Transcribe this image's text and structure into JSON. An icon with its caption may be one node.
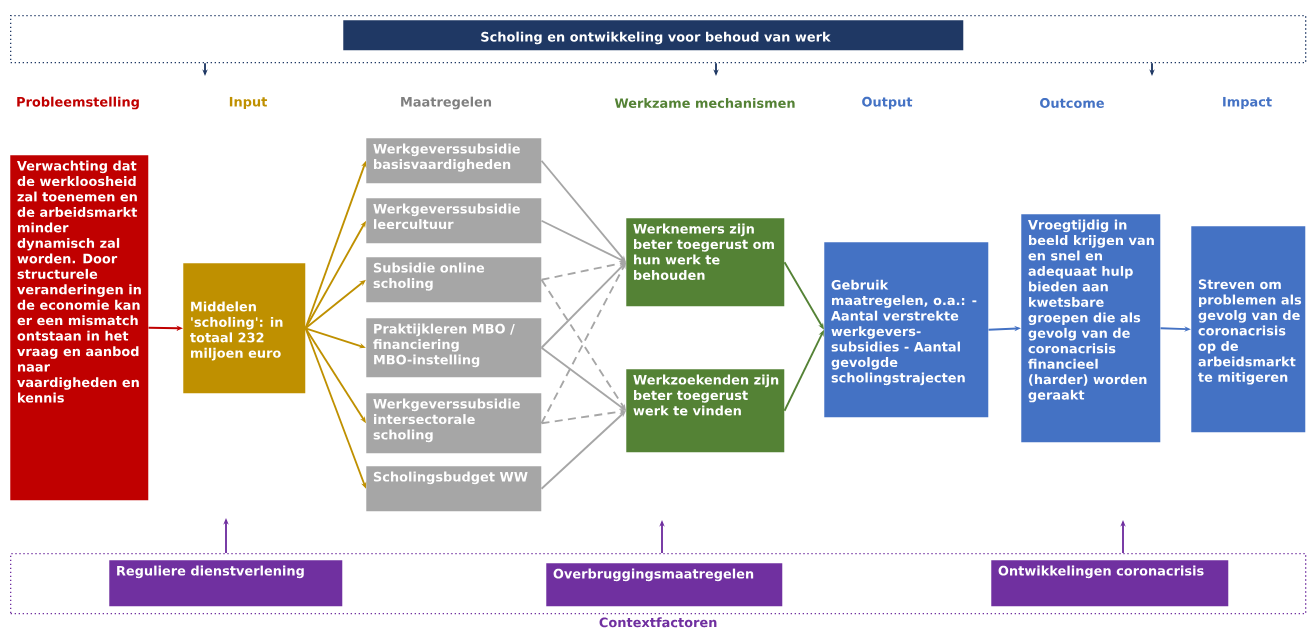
{
  "diagram": {
    "nodes": [
      {
        "text": [],
        "shape": "box"
      },
      {
        "text": [
          "Scholing en ontwikkeling voor behoud van werk"
        ],
        "in": 0
      },
      {
        "text": [
          "Verwachting dat de werkloosheid zal toenemen en de arbeidsmarkt minder dynamisch zal worden. Door structurele veranderingen in de economie kan er een mismatch ontstaan in het vraag en aanbod naar vaardigheden en kennis"
        ]
      },
      {
        "text": [
          "Middelen 'scholing': in totaal 232 miljoen euro"
        ]
      },
      {
        "text": [
          "Werkgeverssubsidie basisvaardigheden"
        ]
      },
      {
        "text": [
          "Werkgeverssubsidie leercultuur"
        ]
      },
      {
        "text": [
          "Subsidie online scholing"
        ]
      },
      {
        "text": [
          "Praktijkleren MBO / financiering MBO-instelling"
        ]
      },
      {
        "text": [
          "Werkgeverssubsidie intersectorale scholing"
        ]
      },
      {
        "text": [
          "Scholingsbudget WW"
        ]
      },
      {
        "text": [
          "Werknemers zijn beter toegerust om hun werk te behouden"
        ]
      },
      {
        "text": [
          "Werkzoekenden zijn beter toegerust werk te vinden"
        ]
      },
      {
        "text": [
          "Gebruik maatregelen, o.a.: - Aantal verstrekte werkgevers-subsidies - Aantal gevolgde scholingstrajecten"
        ]
      },
      {
        "text": [
          "Vroegtijdig in beeld krijgen van en snel en adequaat hulp bieden aan kwetsbare groepen die als gevolg van de coronacrisis financieel (harder) worden geraakt"
        ]
      },
      {
        "text": [
          "Streven om problemen als gevolg van de coronacrisis op de arbeidsmarkt te mitigeren"
        ]
      },
      {
        "text": [
          "Contextfactoren"
        ]
      },
      {
        "text": [
          "Reguliere dienstverlening"
        ],
        "in": 15
      },
      {
        "text": [
          "Overbruggingsmaatregelen"
        ],
        "in": 15
      },
      {
        "text": [
          "Ontwikkelingen coronacrisis"
        ],
        "in": 15
      }
    ],
    "edges": [
      {
        "from": 0,
        "to": null,
        "arrow": "to",
        "color": "#1f3864"
      },
      {
        "from": 0,
        "to": null,
        "arrow": "to",
        "color": "#1f3864"
      },
      {
        "from": 0,
        "to": null,
        "arrow": "to",
        "color": "#1f3864"
      },
      {
        "from": 2,
        "to": 3,
        "arrow": "to",
        "color": "#c00000"
      },
      {
        "from": 3,
        "to": 4,
        "arrow": "to",
        "color": "#bf9000"
      },
      {
        "from": 3,
        "to": 5,
        "arrow": "to",
        "color": "#bf9000"
      },
      {
        "from": 3,
        "to": 6,
        "arrow": "to",
        "color": "#bf9000"
      },
      {
        "from": 3,
        "to": 7,
        "arrow": "to",
        "color": "#bf9000"
      },
      {
        "from": 3,
        "to": 8,
        "arrow": "to",
        "color": "#bf9000"
      },
      {
        "from": 3,
        "to": 9,
        "arrow": "to",
        "color": "#bf9000"
      },
      {
        "from": 4,
        "to": 10,
        "arrow": "to",
        "color": "#a6a6a6"
      },
      {
        "from": 5,
        "to": 10,
        "arrow": "to",
        "color": "#a6a6a6"
      },
      {
        "from": 6,
        "to": 10,
        "arrow": "to",
        "style": "dashed",
        "color": "#a6a6a6"
      },
      {
        "from": 6,
        "to": 11,
        "arrow": "to",
        "style": "dashed",
        "color": "#a6a6a6"
      },
      {
        "from": 7,
        "to": 10,
        "arrow": "to",
        "color": "#a6a6a6"
      },
      {
        "from": 7,
        "to": 11,
        "arrow": "to",
        "color": "#a6a6a6"
      },
      {
        "from": 8,
        "to": 10,
        "arrow": "to",
        "style": "dashed",
        "color": "#a6a6a6"
      },
      {
        "from": 8,
        "to": 11,
        "arrow": "to",
        "style": "dashed",
        "color": "#a6a6a6"
      },
      {
        "from": 9,
        "to": 11,
        "arrow": "to",
        "color": "#a6a6a6"
      },
      {
        "from": 10,
        "to": 12,
        "arrow": "to",
        "color": "#548235"
      },
      {
        "from": 11,
        "to": 12,
        "arrow": "to",
        "color": "#548235"
      },
      {
        "from": 12,
        "to": 13,
        "arrow": "to",
        "color": "#4472c4"
      },
      {
        "from": 13,
        "to": 14,
        "arrow": "to",
        "color": "#4472c4"
      },
      {
        "from": 15,
        "to": null,
        "arrow": "to",
        "color": "#7030a0"
      },
      {
        "from": 15,
        "to": null,
        "arrow": "to",
        "color": "#7030a0"
      },
      {
        "from": 15,
        "to": null,
        "arrow": "to",
        "color": "#7030a0"
      }
    ],
    "labels": [
      "Probleemstelling",
      "Input",
      "Maatregelen",
      "Werkzame mechanismen",
      "Output",
      "Outcome",
      "Impact"
    ]
  }
}
